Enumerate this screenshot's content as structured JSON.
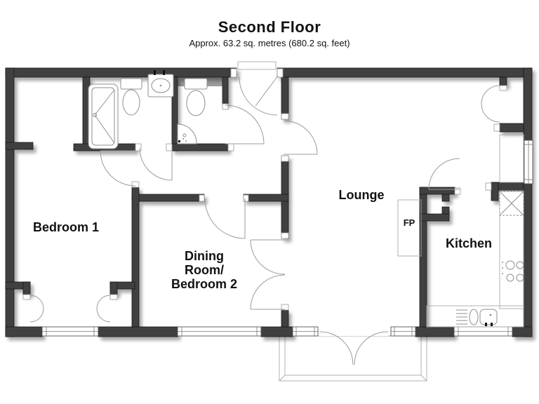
{
  "header": {
    "title": "Second Floor",
    "subtitle": "Approx. 63.2 sq. metres (680.2 sq. feet)"
  },
  "rooms": {
    "bedroom1": {
      "label": "Bedroom 1"
    },
    "dining": {
      "line1": "Dining",
      "line2": "Room/",
      "line3": "Bedroom 2"
    },
    "lounge": {
      "label": "Lounge"
    },
    "kitchen": {
      "label": "Kitchen"
    },
    "fireplace": {
      "label": "FP"
    }
  },
  "icons": {
    "shower": "shower-tray",
    "toilets": "wc-toilet",
    "basins": "wash-basin",
    "hob": "four-ring-hob",
    "sink": "kitchen-sink-with-drainer",
    "tall_unit": "boxed-x-unit"
  },
  "colors": {
    "wall": "#404040",
    "fixture_line": "#8f8f8f",
    "door_arc": "#9b9b9b",
    "bulkhead": "#9a9a9a",
    "text": "#111111",
    "background": "#ffffff"
  }
}
